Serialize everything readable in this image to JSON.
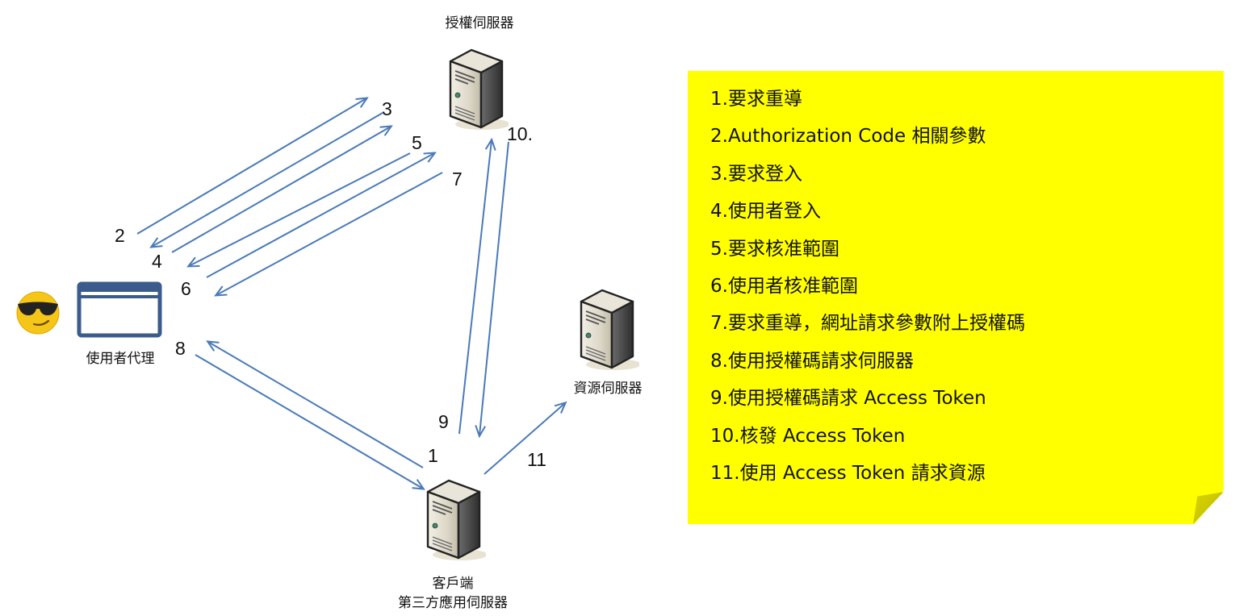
{
  "nodes": {
    "auth_server": {
      "label": "授權伺服器"
    },
    "resource_server": {
      "label": "資源伺服器"
    },
    "user_agent": {
      "label": "使用者代理"
    },
    "client": {
      "label_line1": "客戶端",
      "label_line2": "第三方應用伺服器"
    }
  },
  "icons": {
    "user": "sunglasses-emoji-icon",
    "browser": "browser-window-icon",
    "server": "server-tower-icon"
  },
  "colors": {
    "arrow": "#4a7ab8",
    "note_background": "#ffff00",
    "browser": "#3b5b8c",
    "emoji": "#f5c518"
  },
  "step_labels": [
    "1",
    "2",
    "3",
    "4",
    "5",
    "6",
    "7",
    "8",
    "9",
    "10.",
    "11"
  ],
  "legend": [
    "1.要求重導",
    "2.Authorization Code 相關參數",
    "3.要求登入",
    "4.使用者登入",
    "5.要求核准範圍",
    "6.使用者核准範圍",
    "7.要求重導，網址請求參數附上授權碼",
    "8.使用授權碼請求伺服器",
    "9.使用授權碼請求 Access Token",
    "10.核發 Access Token",
    "11.使用 Access Token 請求資源"
  ]
}
